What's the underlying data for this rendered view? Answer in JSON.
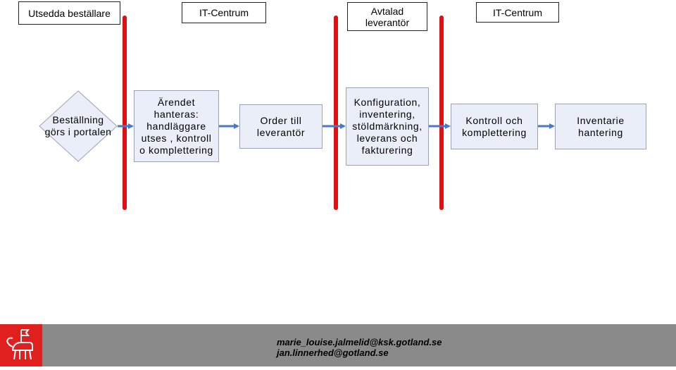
{
  "lanes": {
    "left_headers": [
      {
        "label": "Utsedda beställare"
      },
      {
        "label": "IT-Centrum"
      },
      {
        "label": "Avtalad\nleverantör"
      },
      {
        "label": "IT-Centrum"
      }
    ],
    "separator_color": "#e01010"
  },
  "flow": {
    "start": {
      "shape": "diamond",
      "label": "Beställning\ngörs i portalen"
    },
    "steps": [
      {
        "label": "Ärendet\nhanteras:\nhandläggare\nutses , kontroll\no komplettering"
      },
      {
        "label": "Order till\nleverantör"
      },
      {
        "label": "Konfiguration,\ninventering,\nstöldmärkning,\nleverans och\nfakturering"
      },
      {
        "label": "Kontroll och\nkomplettering"
      },
      {
        "label": "Inventarie\nhantering"
      }
    ],
    "arrow_color": "#4a78c8",
    "box_fill": "#eaeef8"
  },
  "footer": {
    "emails": [
      "marie_louise.jalmelid@ksk.gotland.se",
      "jan.linnerhed@gotland.se"
    ],
    "logo_icon": "ram-crest-icon",
    "background": "#8a8a8a",
    "logo_color": "#e01f1f"
  }
}
